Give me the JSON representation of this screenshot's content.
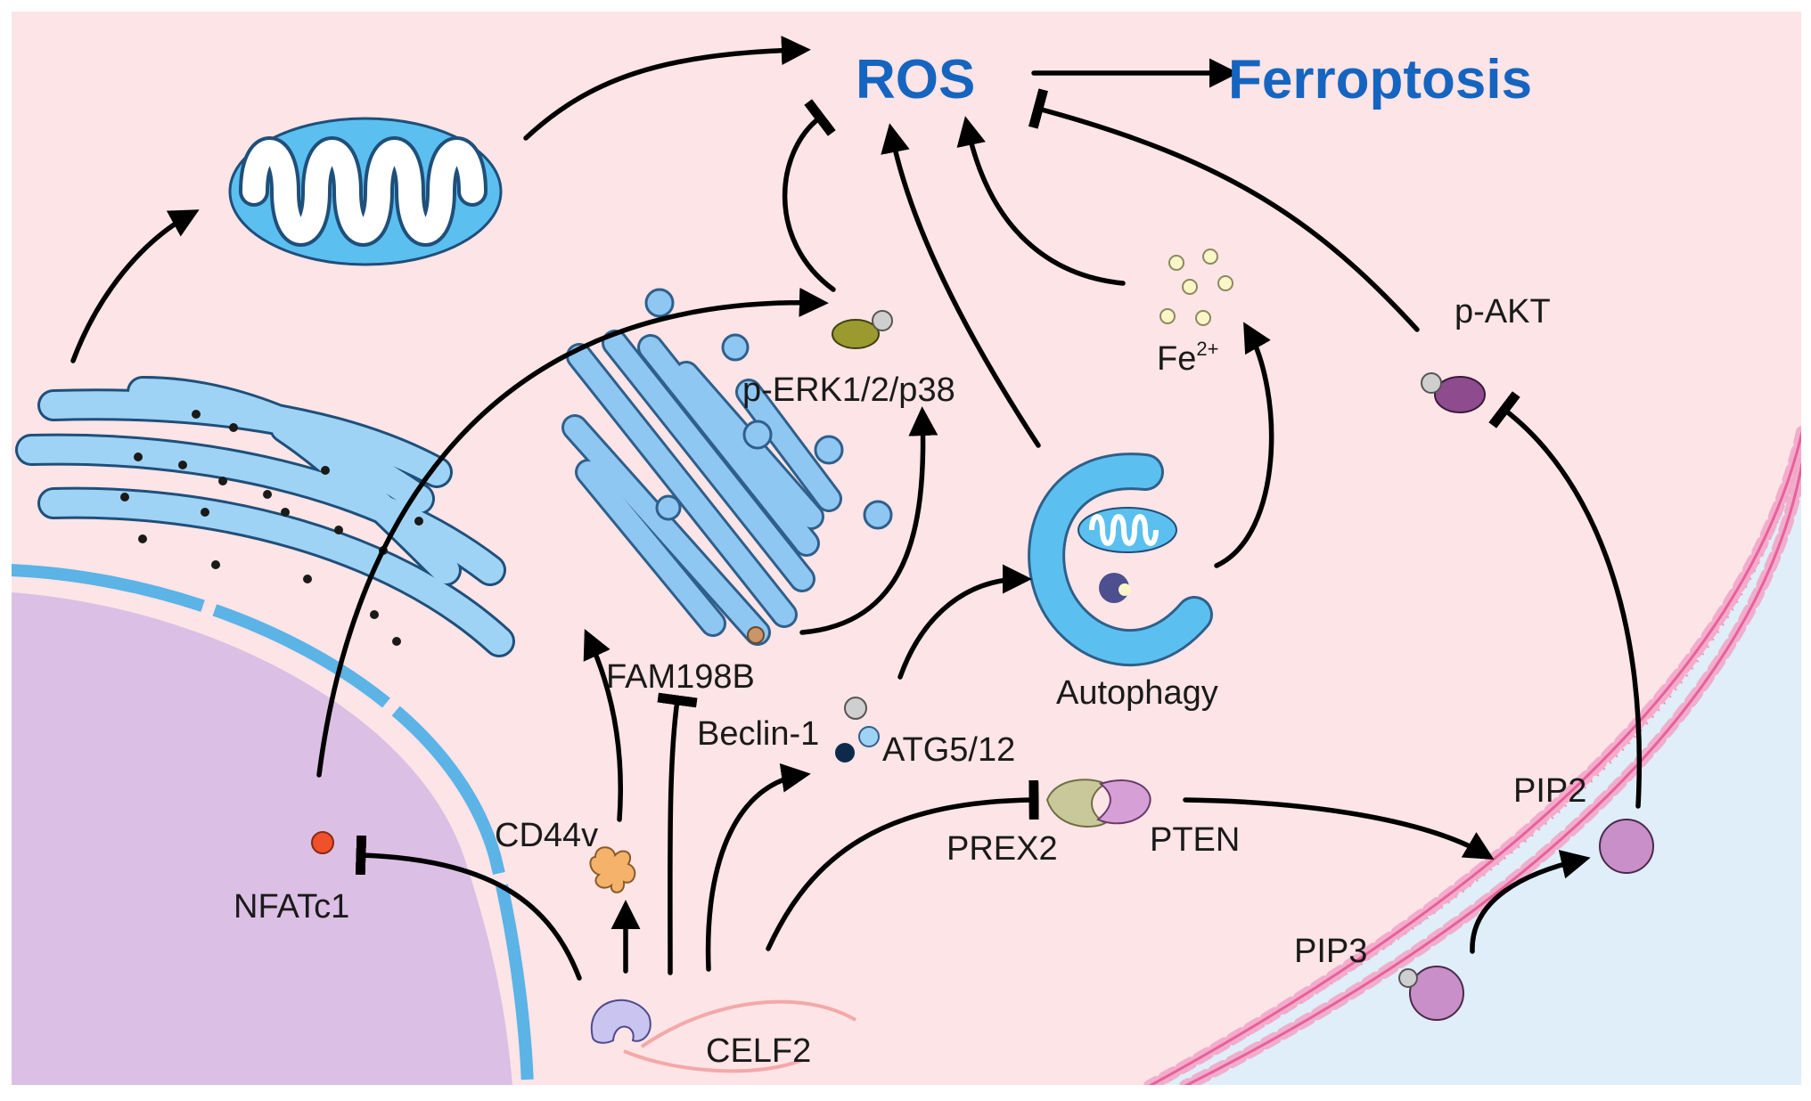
{
  "title": "",
  "colors": {
    "cytoplasm": "#fde4e6",
    "nucleus": "#dcbfe4",
    "organelle": "#5bc0f0",
    "organelle_light": "#9ed4f4",
    "text_highlight": "#1565c0",
    "membrane_lipid": "#e8609c",
    "extracellular": "#dfeef8"
  },
  "labels": {
    "ros": "ROS",
    "ferroptosis": "Ferroptosis",
    "perk": "p-ERK1/2/p38",
    "fe2": "Fe",
    "fe2_sup": "2+",
    "pakt": "p-AKT",
    "fam198b": "FAM198B",
    "beclin1": "Beclin-1",
    "atg512": "ATG5/12",
    "autophagy": "Autophagy",
    "cd44v": "CD44v",
    "nfatc1": "NFATc1",
    "prex2": "PREX2",
    "pten": "PTEN",
    "pip2": "PIP2",
    "pip3": "PIP3",
    "celf2": "CELF2"
  },
  "icons": [
    "mitochondrion-icon",
    "endoplasmic-reticulum-icon",
    "golgi-apparatus-icon",
    "nucleus-icon",
    "autophagosome-icon",
    "iron-ions-icon",
    "cell-membrane-icon",
    "celf2-protein-icon"
  ]
}
